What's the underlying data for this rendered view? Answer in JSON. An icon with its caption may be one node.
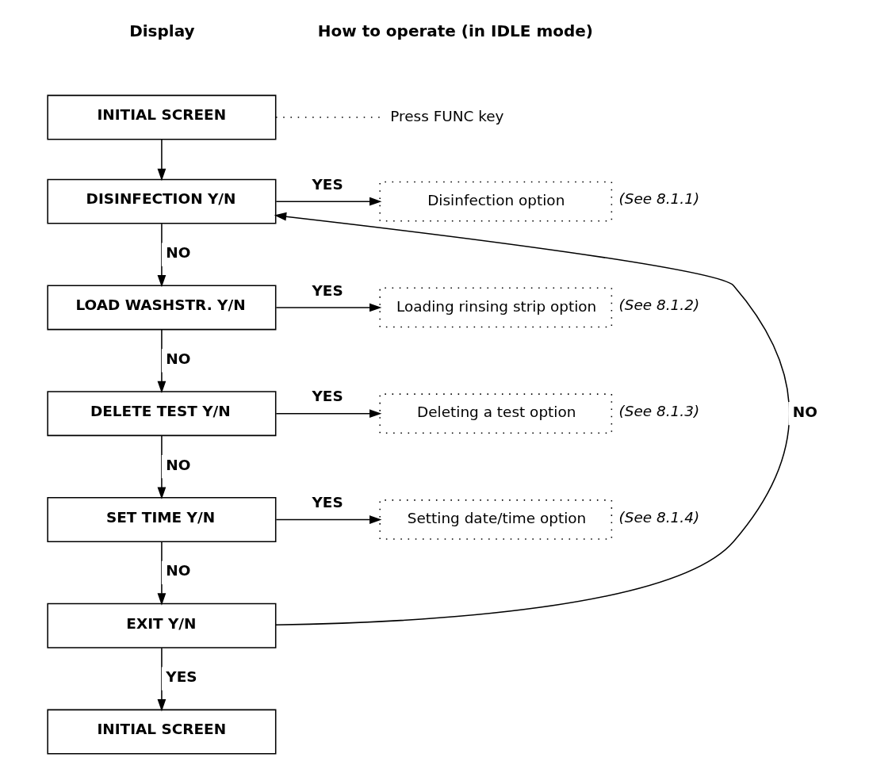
{
  "diagram": {
    "nodes": [
      {
        "text": [
          "INITIAL SCREEN"
        ]
      },
      {
        "text": [
          "Press FUNC key"
        ]
      },
      {
        "text": [
          "DISINFECTION Y/N"
        ]
      },
      {
        "text": [
          "Disinfection option"
        ],
        "beside": [
          "(See 8.1.1)"
        ]
      },
      {
        "text": [
          "LOAD WASHSTR. Y/N"
        ]
      },
      {
        "text": [
          "Loading rinsing strip option"
        ],
        "beside": [
          "(See 8.1.2)"
        ]
      },
      {
        "text": [
          "DELETE TEST Y/N"
        ]
      },
      {
        "text": [
          "Deleting a test option"
        ],
        "beside": [
          "(See 8.1.3)"
        ]
      },
      {
        "text": [
          "SET TIME Y/N"
        ]
      },
      {
        "text": [
          "Setting date/time option"
        ],
        "beside": [
          "(See 8.1.4)"
        ]
      },
      {
        "text": [
          "EXIT Y/N"
        ]
      },
      {
        "text": [
          "INITIAL SCREEN"
        ]
      }
    ],
    "edges": [
      {
        "from": 0,
        "to": 1,
        "arrow": "none",
        "style": "dashed"
      },
      {
        "from": 0,
        "to": 2,
        "arrow": "to"
      },
      {
        "from": 2,
        "to": 3,
        "arrow": "to",
        "label": "YES"
      },
      {
        "from": 2,
        "to": 4,
        "arrow": "to",
        "label": "NO"
      },
      {
        "from": 4,
        "to": 5,
        "arrow": "to",
        "label": "YES"
      },
      {
        "from": 4,
        "to": 6,
        "arrow": "to",
        "label": "NO"
      },
      {
        "from": 6,
        "to": 7,
        "arrow": "to",
        "label": "YES"
      },
      {
        "from": 6,
        "to": 8,
        "arrow": "to",
        "label": "NO"
      },
      {
        "from": 8,
        "to": 9,
        "arrow": "to",
        "label": "YES"
      },
      {
        "from": 8,
        "to": 10,
        "arrow": "to",
        "label": "NO"
      },
      {
        "from": 10,
        "to": 2,
        "arrow": "to",
        "label": "NO"
      },
      {
        "from": 10,
        "to": 11,
        "arrow": "to",
        "label": "YES"
      }
    ],
    "labels": [
      "Display",
      "How to operate (in IDLE mode)"
    ]
  }
}
